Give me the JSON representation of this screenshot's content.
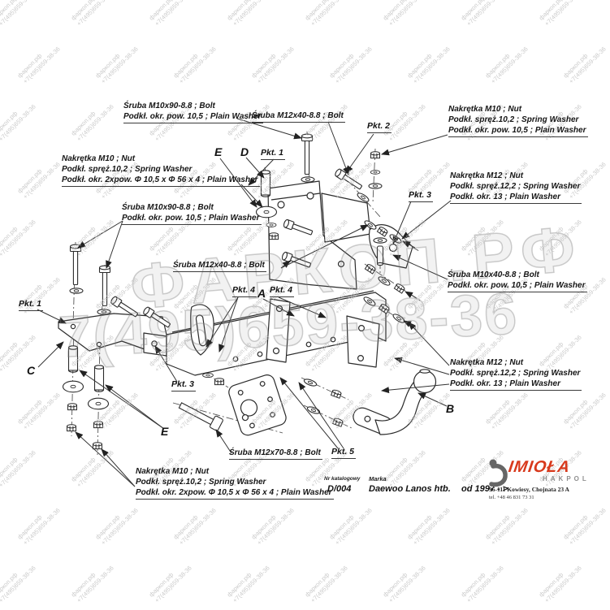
{
  "watermark": {
    "line1": "фаркоп.рф",
    "line2": "+7(495)659-38-36",
    "big1": "ФАРКОП.РФ",
    "big2": "7(495)659-38-36"
  },
  "callouts": {
    "bolt_m10x90_top": {
      "l1": "Śruba M10x90-8.8 ;  Bolt",
      "l2": "Podkł. okr. pow. 10,5 ; Plain Washer"
    },
    "bolt_m12x40_top": {
      "l1": "Śruba M12x40-8.8 ;  Bolt"
    },
    "nut_m10_right": {
      "l1": "Nakrętka  M10 ; Nut",
      "l2": "Podkł. spręż.10,2 ; Spring Washer",
      "l3": "Podkł. okr. pow. 10,5 ; Plain Washer"
    },
    "nut_m12_right_top": {
      "l1": "Nakrętka  M12 ; Nut",
      "l2": "Podkł. spręż.12,2 ; Spring Washer",
      "l3": "Podkł. okr. 13 ; Plain Washer"
    },
    "nut_m10_left": {
      "l1": "Nakrętka  M10 ; Nut",
      "l2": "Podkł. spręż.10,2 ; Spring Washer",
      "l3": "Podkł. okr. 2xpow.  Φ 10,5 x  Φ 56 x 4 ; Plain Washer"
    },
    "bolt_m10x90_mid": {
      "l1": "Śruba M10x90-8.8 ;  Bolt",
      "l2": "Podkł. okr. pow. 10,5 ; Plain Washer"
    },
    "bolt_m12x40_mid": {
      "l1": "Śruba M12x40-8.8 ;  Bolt"
    },
    "bolt_m10x40_right": {
      "l1": "Śruba M10x40-8.8 ;  Bolt",
      "l2": "Podkł. okr. pow. 10,5 ; Plain Washer"
    },
    "nut_m12_right_bottom": {
      "l1": "Nakrętka  M12 ; Nut",
      "l2": "Podkł. spręż.12,2 ; Spring Washer",
      "l3": "Podkł. okr. 13 ; Plain Washer"
    },
    "bolt_m12x70": {
      "l1": "Śruba M12x70-8.8 ;  Bolt"
    },
    "nut_m10_bottom": {
      "l1": "Nakrętka  M10 ; Nut",
      "l2": "Podkł. spręż.10,2 ; Spring Washer",
      "l3": "Podkł. okr. 2xpow.  Φ 10,5 x  Φ 56 x 4 ; Plain Washer"
    }
  },
  "markers": {
    "pkt1_top": "Pkt. 1",
    "pkt1_left": "Pkt. 1",
    "pkt2": "Pkt. 2",
    "pkt3_right": "Pkt. 3",
    "pkt3_left": "Pkt. 3",
    "pkt4_left": "Pkt. 4",
    "pkt4_right": "Pkt. 4",
    "pkt5": "Pkt. 5"
  },
  "letters": {
    "a": "A",
    "b": "B",
    "c": "C",
    "d": "D",
    "e_top": "E",
    "e_bottom": "E"
  },
  "title_block": {
    "catalog_label": "Nr katalogowy",
    "catalog_value": "D/004",
    "brand_label": "Marka",
    "brand_value": "Daewoo Lanos htb.",
    "year_range": "od 1997 - >"
  },
  "logo": {
    "name": "IMIOŁA",
    "sub": "HAKPOL",
    "address": "96-111 Kowiesy, Chojnata 23 A",
    "phone": "tel. +48 46 831 73 31",
    "brand_red": "#d8391c",
    "gray": "#8f8f8f"
  }
}
